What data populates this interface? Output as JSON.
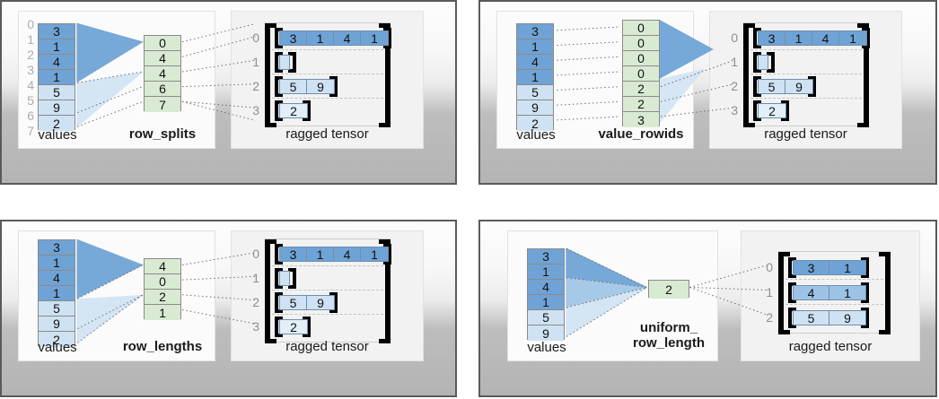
{
  "colors": {
    "dark_blue": "#6fa3d6",
    "mid_blue": "#9cc3e6",
    "light_blue": "#cfe2f3",
    "pale_blue": "#e2eef9",
    "green": "#d9ead3",
    "green_border": "#8a8a8a",
    "panel_border": "#5a5a5a",
    "index_gray": "#adadad",
    "dash_gray": "#c4c4c4"
  },
  "labels": {
    "values": "values",
    "ragged_tensor": "ragged tensor"
  },
  "panels": [
    {
      "id": "row-splits",
      "encoding_label": "row_splits",
      "encoding_label_lines": [
        "row_splits"
      ],
      "show_value_indices": true,
      "value_indices": [
        "0",
        "1",
        "2",
        "3",
        "4",
        "5",
        "6",
        "7"
      ],
      "values": [
        "3",
        "1",
        "4",
        "1",
        "5",
        "9",
        "2"
      ],
      "value_shades": [
        "dark",
        "dark",
        "dark",
        "dark",
        "light",
        "light",
        "light"
      ],
      "encoding_values": [
        "0",
        "4",
        "4",
        "6",
        "7"
      ],
      "tensor_row_indices": [
        "0",
        "1",
        "2",
        "3"
      ],
      "tensor_rows": [
        {
          "cells": [
            "3",
            "1",
            "4",
            "1"
          ],
          "shade": "dark",
          "empty": false
        },
        {
          "cells": [],
          "shade": "light",
          "empty": true
        },
        {
          "cells": [
            "5",
            "9"
          ],
          "shade": "light",
          "empty": false
        },
        {
          "cells": [
            "2"
          ],
          "shade": "pale",
          "empty": false
        }
      ]
    },
    {
      "id": "value-rowids",
      "encoding_label": "value_rowids",
      "encoding_label_lines": [
        "value_rowids"
      ],
      "show_value_indices": false,
      "value_indices": [],
      "values": [
        "3",
        "1",
        "4",
        "1",
        "5",
        "9",
        "2"
      ],
      "value_shades": [
        "dark",
        "dark",
        "dark",
        "dark",
        "light",
        "light",
        "light"
      ],
      "encoding_values": [
        "0",
        "0",
        "0",
        "0",
        "2",
        "2",
        "3"
      ],
      "tensor_row_indices": [
        "0",
        "1",
        "2",
        "3"
      ],
      "tensor_rows": [
        {
          "cells": [
            "3",
            "1",
            "4",
            "1"
          ],
          "shade": "dark",
          "empty": false
        },
        {
          "cells": [],
          "shade": "light",
          "empty": true
        },
        {
          "cells": [
            "5",
            "9"
          ],
          "shade": "light",
          "empty": false
        },
        {
          "cells": [
            "2"
          ],
          "shade": "pale",
          "empty": false
        }
      ]
    },
    {
      "id": "row-lengths",
      "encoding_label": "row_lengths",
      "encoding_label_lines": [
        "row_lengths"
      ],
      "show_value_indices": false,
      "value_indices": [],
      "values": [
        "3",
        "1",
        "4",
        "1",
        "5",
        "9",
        "2"
      ],
      "value_shades": [
        "dark",
        "dark",
        "dark",
        "dark",
        "light",
        "light",
        "light"
      ],
      "encoding_values": [
        "4",
        "0",
        "2",
        "1"
      ],
      "tensor_row_indices": [
        "0",
        "1",
        "2",
        "3"
      ],
      "tensor_rows": [
        {
          "cells": [
            "3",
            "1",
            "4",
            "1"
          ],
          "shade": "dark",
          "empty": false
        },
        {
          "cells": [],
          "shade": "light",
          "empty": true
        },
        {
          "cells": [
            "5",
            "9"
          ],
          "shade": "light",
          "empty": false
        },
        {
          "cells": [
            "2"
          ],
          "shade": "pale",
          "empty": false
        }
      ]
    },
    {
      "id": "uniform-row-length",
      "encoding_label": "uniform_ row_length",
      "encoding_label_lines": [
        "uniform_",
        "row_length"
      ],
      "show_value_indices": false,
      "value_indices": [],
      "values": [
        "3",
        "1",
        "4",
        "1",
        "5",
        "9"
      ],
      "value_shades": [
        "dark",
        "dark",
        "dark",
        "dark",
        "light",
        "light"
      ],
      "encoding_values": [
        "2"
      ],
      "tensor_row_indices": [
        "0",
        "1",
        "2"
      ],
      "tensor_rows": [
        {
          "cells": [
            "3",
            "1"
          ],
          "shade": "dark",
          "empty": false
        },
        {
          "cells": [
            "4",
            "1"
          ],
          "shade": "mid",
          "empty": false
        },
        {
          "cells": [
            "5",
            "9"
          ],
          "shade": "light",
          "empty": false
        }
      ]
    }
  ]
}
